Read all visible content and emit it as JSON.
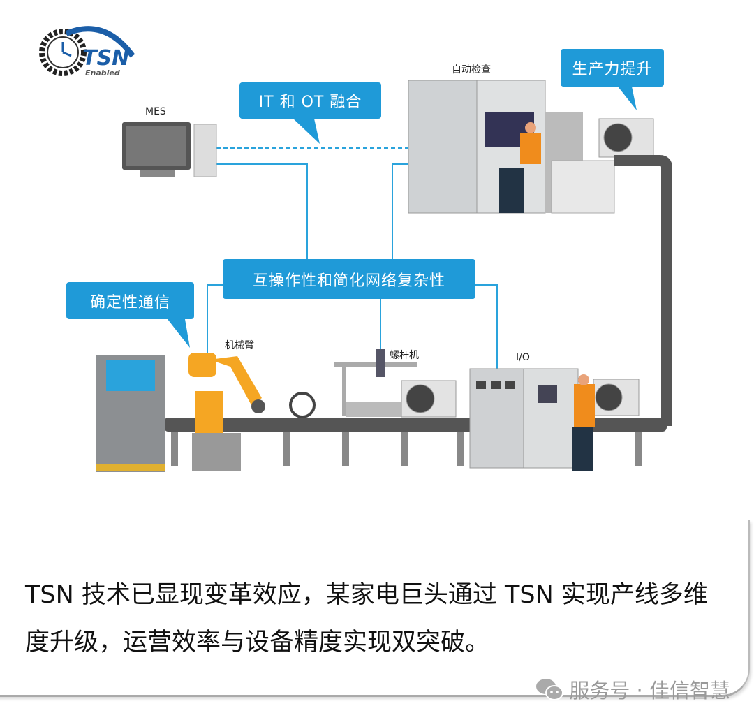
{
  "logo": {
    "title": "TSN",
    "subtitle": "Enabled"
  },
  "callouts": {
    "it_ot": "IT 和 OT 融合",
    "productivity": "生产力提升",
    "interop": "互操作性和简化网络复杂性",
    "deterministic": "确定性通信"
  },
  "labels": {
    "mes": "MES",
    "auto_inspect": "自动检查",
    "robot_arm": "机械臂",
    "screw_machine": "螺杆机",
    "io": "I/O"
  },
  "caption": "TSN 技术已显现变革效应，某家电巨头通过 TSN 实现产线多维度升级，运营效率与设备精度实现双突破。",
  "footer": {
    "icon": "wechat-icon",
    "text": "服务号 · 佳信智慧"
  },
  "colors": {
    "accent": "#1f9ad8",
    "line": "#2aa3dc"
  }
}
